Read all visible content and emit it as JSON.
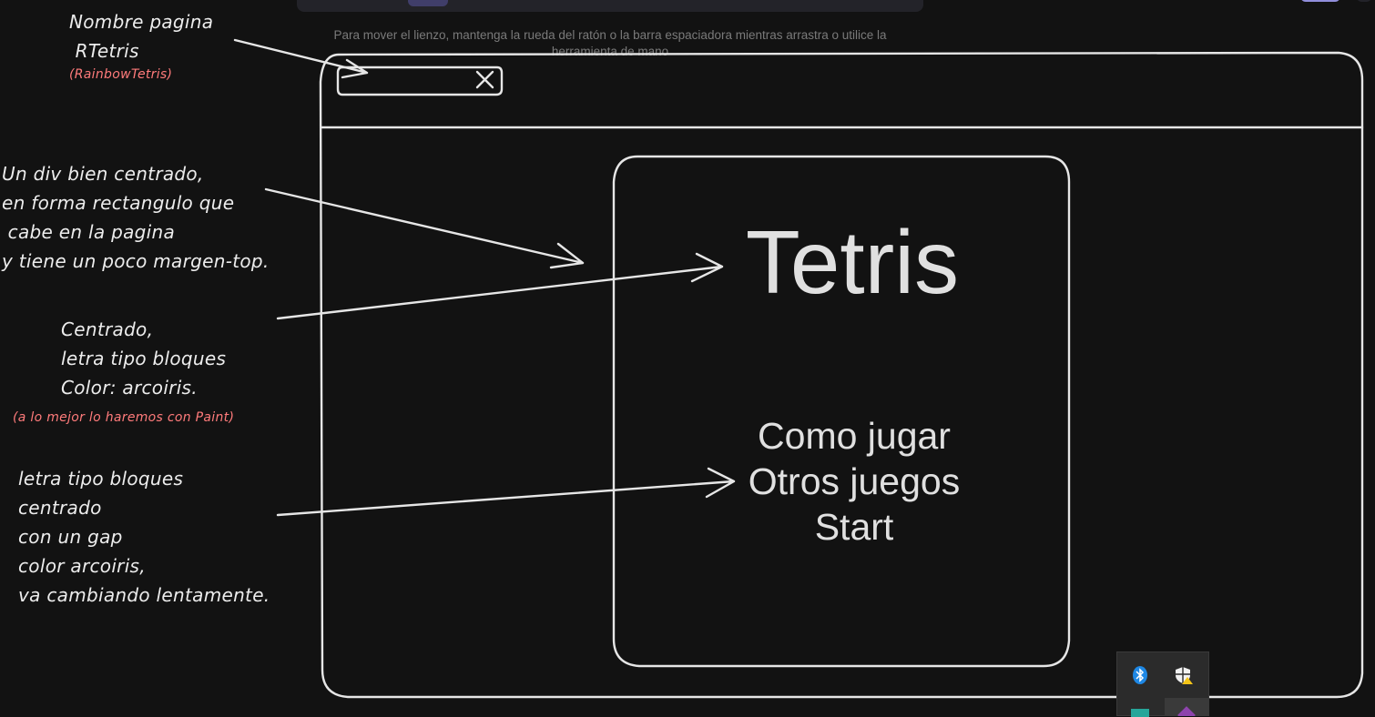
{
  "canvas_hint": "Para mover el lienzo, mantenga la rueda del ratón o la barra espaciadora mientras arrastra o utilice la herramienta de mano",
  "annotations": {
    "page_name": "Nombre pagina\n RTetris",
    "page_name_sub": "(RainbowTetris)",
    "div_note": "Un div bien centrado,\nen forma rectangulo que\n cabe en la pagina\ny tiene un poco margen-top.",
    "title_note": "Centrado,\nletra tipo bloques\nColor: arcoiris.",
    "title_note_sub": "(a lo mejor lo haremos con Paint)",
    "menu_note": "letra tipo bloques\ncentrado\ncon un gap\ncolor arcoiris,\nva cambiando lentamente."
  },
  "mockup": {
    "title": "Tetris",
    "menu": [
      "Como jugar",
      "Otros juegos",
      "Start"
    ]
  },
  "tray": {
    "icons": [
      "bluetooth-icon",
      "security-warning-icon",
      "app-icon",
      "app-icon-2"
    ]
  },
  "colors": {
    "background": "#121212",
    "stroke": "#e6e6e6",
    "note_red": "#ff7b7b",
    "accent": "#a8a5ff"
  }
}
